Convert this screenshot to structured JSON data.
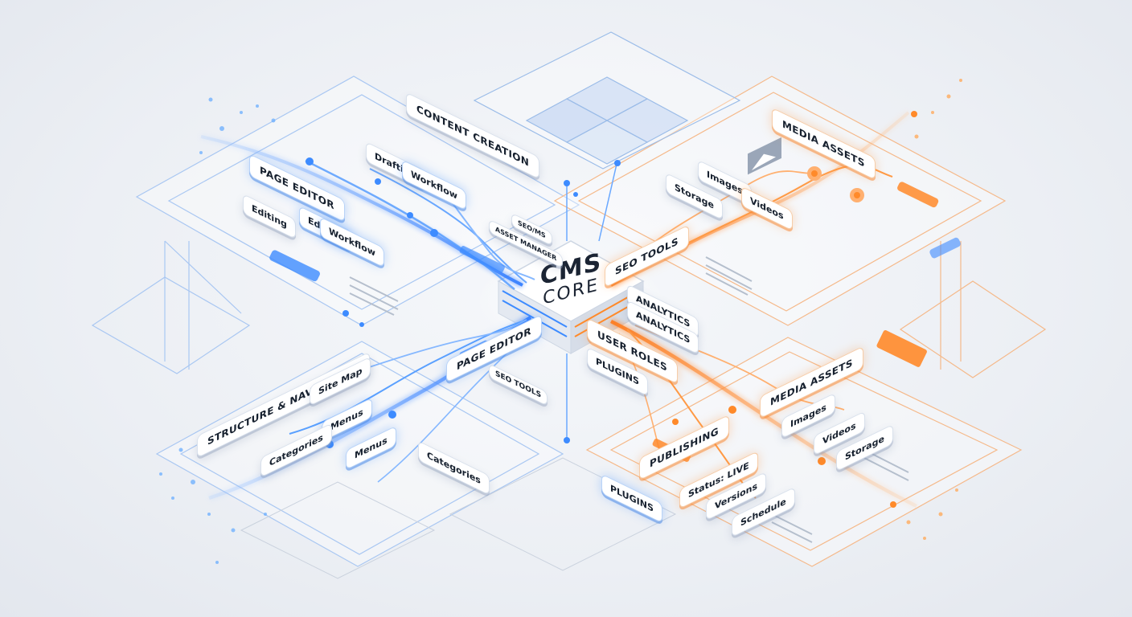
{
  "core": {
    "line1": "CMS",
    "line2": "CORE"
  },
  "left_top": {
    "content_creation": "CONTENT CREATION",
    "page_editor": "PAGE EDITOR",
    "drafting": "Drafting",
    "workflow_1": "Workflow",
    "editing_1": "Editing",
    "editing_2": "Editing",
    "workflow_2": "Workflow"
  },
  "center": {
    "seo_mini": "SEO/MS",
    "asset_manager": "ASSET MANAGER",
    "seo_tools_lower": "SEO TOOLS",
    "page_editor_center": "PAGE EDITOR"
  },
  "left_bottom": {
    "structure_nav": "STRUCTURE & NAVIGATION",
    "site_map": "Site Map",
    "menus_1": "Menus",
    "categories_1": "Categories",
    "menus_2": "Menus",
    "categories_2": "Categories"
  },
  "right_top": {
    "media_assets": "MEDIA ASSETS",
    "images": "Images",
    "storage": "Storage",
    "videos": "Videos",
    "seo_tools": "SEO TOOLS"
  },
  "right_mid": {
    "analytics_1": "ANALYTICS",
    "analytics_2": "ANALYTICS",
    "user_roles": "USER ROLES",
    "plugins": "PLUGINS"
  },
  "right_bottom": {
    "media_assets": "MEDIA ASSETS",
    "images": "Images",
    "videos": "Videos",
    "storage": "Storage",
    "publishing": "PUBLISHING",
    "status": "Status: LIVE",
    "versions": "Versions",
    "schedule": "Schedule",
    "plugins": "PLUGINS"
  },
  "colors": {
    "blue": "#3d8bff",
    "blue_light": "#9cc4ff",
    "orange": "#ff8a2a",
    "orange_light": "#ffc38f",
    "grid_gray": "#c9d1dd"
  }
}
